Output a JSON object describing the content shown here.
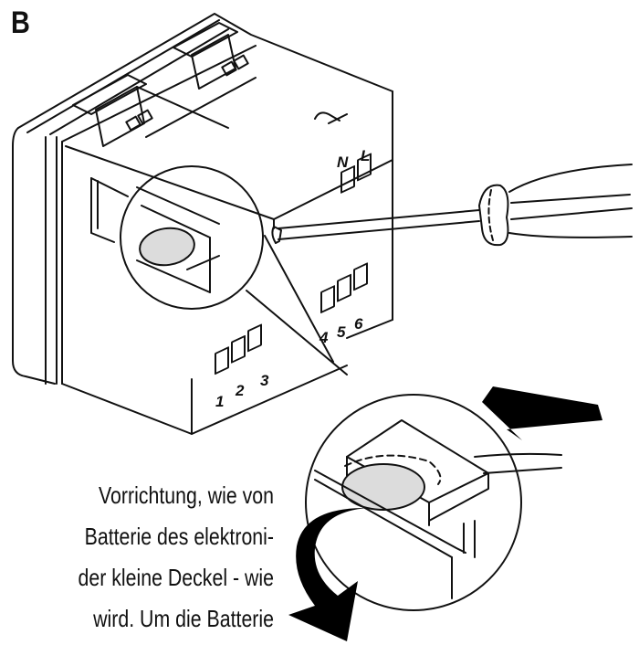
{
  "figure": {
    "label": "B",
    "terminal_labels": {
      "top": [
        "N",
        "L"
      ],
      "right": [
        "4",
        "5",
        "6"
      ],
      "left": [
        "1",
        "2",
        "3"
      ]
    },
    "colors": {
      "line": "#111111",
      "battery_fill": "#dcdcdc",
      "arrow_fill": "#000000"
    }
  },
  "text": {
    "lines": [
      "Vorrichtung, wie von",
      "Batterie des elektroni-",
      "der kleine Deckel - wie",
      "wird. Um  die  Batterie"
    ]
  }
}
